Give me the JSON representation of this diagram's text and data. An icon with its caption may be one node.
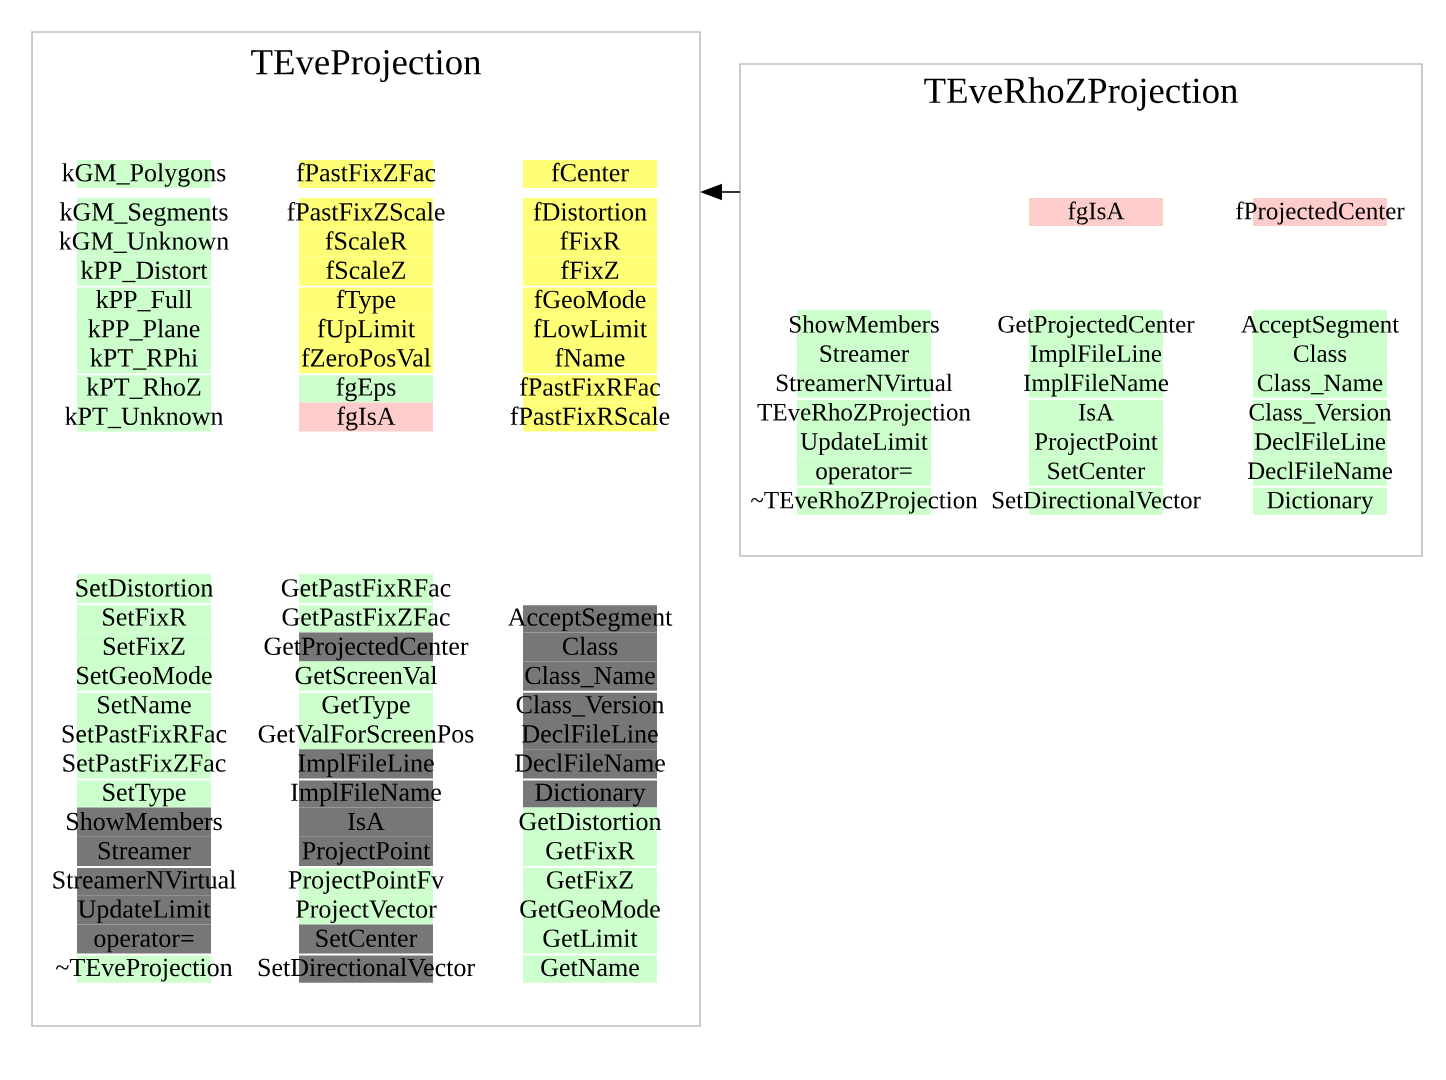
{
  "diagram": {
    "nodes": [
      {
        "text": [
          "TEveProjection"
        ]
      },
      {
        "text": [
          "kGM_Polygons"
        ],
        "in": 0
      },
      {
        "text": [
          "fPastFixZFac"
        ],
        "in": 0
      },
      {
        "text": [
          "fCenter"
        ],
        "in": 0
      },
      {
        "text": [
          "kGM_Segments"
        ],
        "in": 0
      },
      {
        "text": [
          "fPastFixZScale"
        ],
        "in": 0
      },
      {
        "text": [
          "fDistortion"
        ],
        "in": 0
      },
      {
        "text": [
          "kGM_Unknown"
        ],
        "in": 0
      },
      {
        "text": [
          "fScaleR"
        ],
        "in": 0
      },
      {
        "text": [
          "fFixR"
        ],
        "in": 0
      },
      {
        "text": [
          "kPP_Distort"
        ],
        "in": 0
      },
      {
        "text": [
          "fScaleZ"
        ],
        "in": 0
      },
      {
        "text": [
          "fFixZ"
        ],
        "in": 0
      },
      {
        "text": [
          "kPP_Full"
        ],
        "in": 0
      },
      {
        "text": [
          "fType"
        ],
        "in": 0
      },
      {
        "text": [
          "fGeoMode"
        ],
        "in": 0
      },
      {
        "text": [
          "kPP_Plane"
        ],
        "in": 0
      },
      {
        "text": [
          "fUpLimit"
        ],
        "in": 0
      },
      {
        "text": [
          "fLowLimit"
        ],
        "in": 0
      },
      {
        "text": [
          "kPT_RPhi"
        ],
        "in": 0
      },
      {
        "text": [
          "fZeroPosVal"
        ],
        "in": 0
      },
      {
        "text": [
          "fName"
        ],
        "in": 0
      },
      {
        "text": [
          "kPT_RhoZ"
        ],
        "in": 0
      },
      {
        "text": [
          "fgEps"
        ],
        "in": 0
      },
      {
        "text": [
          "fPastFixRFac"
        ],
        "in": 0
      },
      {
        "text": [
          "kPT_Unknown"
        ],
        "in": 0
      },
      {
        "text": [
          "fgIsA"
        ],
        "in": 0
      },
      {
        "text": [
          "fPastFixRScale"
        ],
        "in": 0
      },
      {
        "text": [
          "SetDistortion"
        ],
        "in": 0
      },
      {
        "text": [
          "GetPastFixRFac"
        ],
        "in": 0
      },
      {
        "text": [
          "SetFixR"
        ],
        "in": 0
      },
      {
        "text": [
          "GetPastFixZFac"
        ],
        "in": 0
      },
      {
        "text": [
          "AcceptSegment"
        ],
        "in": 0
      },
      {
        "text": [
          "SetFixZ"
        ],
        "in": 0
      },
      {
        "text": [
          "GetProjectedCenter"
        ],
        "in": 0
      },
      {
        "text": [
          "Class"
        ],
        "in": 0
      },
      {
        "text": [
          "SetGeoMode"
        ],
        "in": 0
      },
      {
        "text": [
          "GetScreenVal"
        ],
        "in": 0
      },
      {
        "text": [
          "Class_Name"
        ],
        "in": 0
      },
      {
        "text": [
          "SetName"
        ],
        "in": 0
      },
      {
        "text": [
          "GetType"
        ],
        "in": 0
      },
      {
        "text": [
          "Class_Version"
        ],
        "in": 0
      },
      {
        "text": [
          "SetPastFixRFac"
        ],
        "in": 0
      },
      {
        "text": [
          "GetValForScreenPos"
        ],
        "in": 0
      },
      {
        "text": [
          "DeclFileLine"
        ],
        "in": 0
      },
      {
        "text": [
          "SetPastFixZFac"
        ],
        "in": 0
      },
      {
        "text": [
          "ImplFileLine"
        ],
        "in": 0
      },
      {
        "text": [
          "DeclFileName"
        ],
        "in": 0
      },
      {
        "text": [
          "SetType"
        ],
        "in": 0
      },
      {
        "text": [
          "ImplFileName"
        ],
        "in": 0
      },
      {
        "text": [
          "Dictionary"
        ],
        "in": 0
      },
      {
        "text": [
          "ShowMembers"
        ],
        "in": 0
      },
      {
        "text": [
          "IsA"
        ],
        "in": 0
      },
      {
        "text": [
          "GetDistortion"
        ],
        "in": 0
      },
      {
        "text": [
          "Streamer"
        ],
        "in": 0
      },
      {
        "text": [
          "ProjectPoint"
        ],
        "in": 0
      },
      {
        "text": [
          "GetFixR"
        ],
        "in": 0
      },
      {
        "text": [
          "StreamerNVirtual"
        ],
        "in": 0
      },
      {
        "text": [
          "ProjectPointFv"
        ],
        "in": 0
      },
      {
        "text": [
          "GetFixZ"
        ],
        "in": 0
      },
      {
        "text": [
          "UpdateLimit"
        ],
        "in": 0
      },
      {
        "text": [
          "ProjectVector"
        ],
        "in": 0
      },
      {
        "text": [
          "GetGeoMode"
        ],
        "in": 0
      },
      {
        "text": [
          "operator="
        ],
        "in": 0
      },
      {
        "text": [
          "SetCenter"
        ],
        "in": 0
      },
      {
        "text": [
          "GetLimit"
        ],
        "in": 0
      },
      {
        "text": [
          "~TEveProjection"
        ],
        "in": 0
      },
      {
        "text": [
          "SetDirectionalVector"
        ],
        "in": 0
      },
      {
        "text": [
          "GetName"
        ],
        "in": 0
      },
      {
        "text": [
          "TEveRhoZProjection"
        ]
      },
      {
        "text": [
          "fgIsA"
        ],
        "in": 69
      },
      {
        "text": [
          "fProjectedCenter"
        ],
        "in": 69
      },
      {
        "text": [
          "ShowMembers"
        ],
        "in": 69
      },
      {
        "text": [
          "GetProjectedCenter"
        ],
        "in": 69
      },
      {
        "text": [
          "AcceptSegment"
        ],
        "in": 69
      },
      {
        "text": [
          "Streamer"
        ],
        "in": 69
      },
      {
        "text": [
          "ImplFileLine"
        ],
        "in": 69
      },
      {
        "text": [
          "Class"
        ],
        "in": 69
      },
      {
        "text": [
          "StreamerNVirtual"
        ],
        "in": 69
      },
      {
        "text": [
          "ImplFileName"
        ],
        "in": 69
      },
      {
        "text": [
          "Class_Name"
        ],
        "in": 69
      },
      {
        "text": [
          "TEveRhoZProjection"
        ],
        "in": 69
      },
      {
        "text": [
          "IsA"
        ],
        "in": 69
      },
      {
        "text": [
          "Class_Version"
        ],
        "in": 69
      },
      {
        "text": [
          "UpdateLimit"
        ],
        "in": 69
      },
      {
        "text": [
          "ProjectPoint"
        ],
        "in": 69
      },
      {
        "text": [
          "DeclFileLine"
        ],
        "in": 69
      },
      {
        "text": [
          "operator="
        ],
        "in": 69
      },
      {
        "text": [
          "SetCenter"
        ],
        "in": 69
      },
      {
        "text": [
          "DeclFileName"
        ],
        "in": 69
      },
      {
        "text": [
          "~TEveRhoZProjection"
        ],
        "in": 69
      },
      {
        "text": [
          "SetDirectionalVector"
        ],
        "in": 69
      },
      {
        "text": [
          "Dictionary"
        ],
        "in": 69
      }
    ],
    "edges": [
      {
        "from": 69,
        "to": 0,
        "arrow": "to"
      }
    ]
  }
}
